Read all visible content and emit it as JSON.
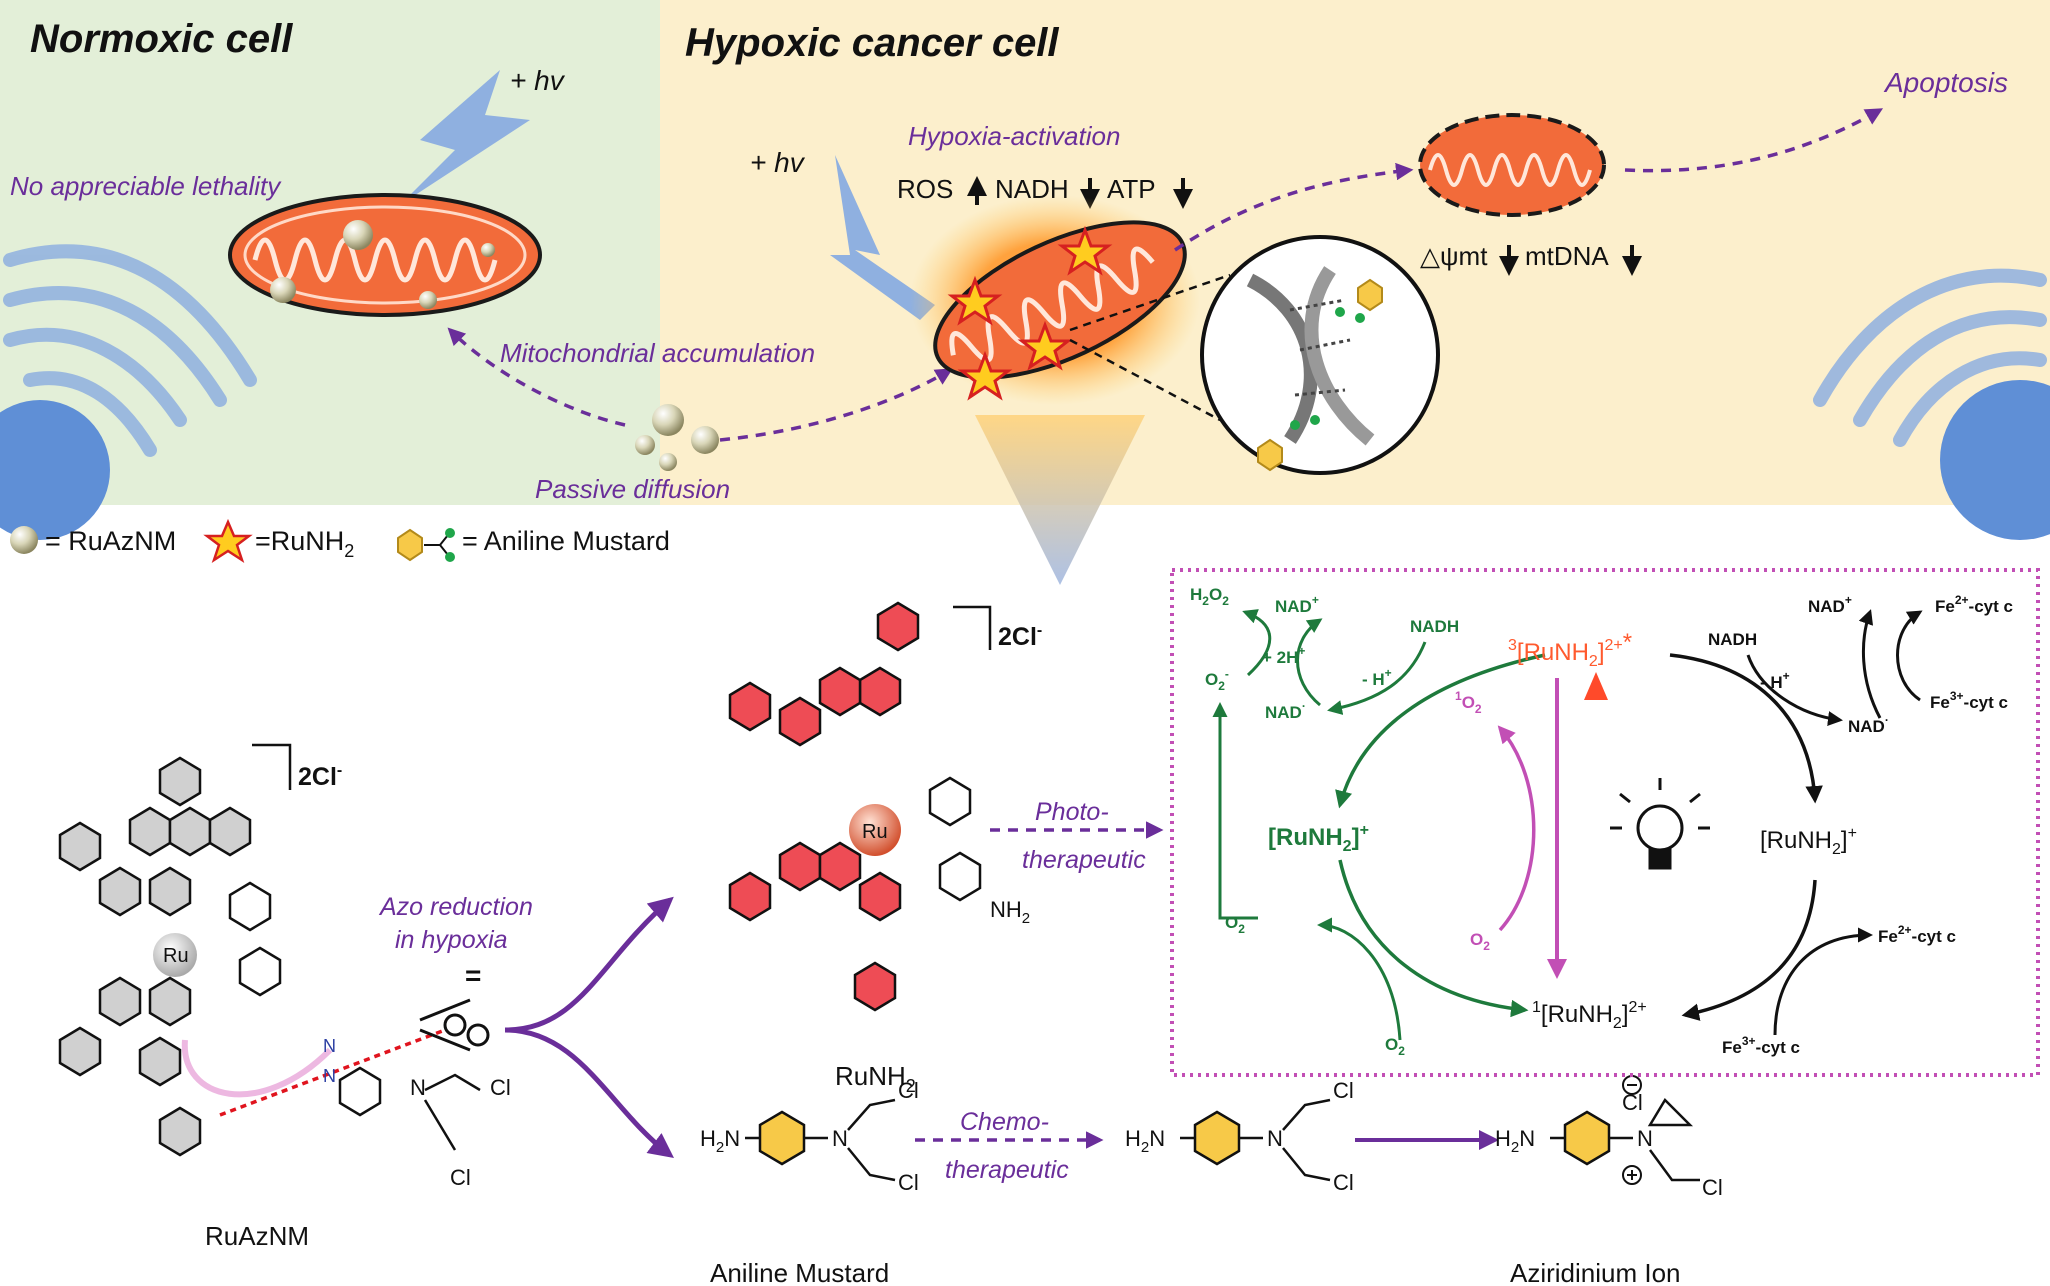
{
  "panel_top": {
    "normoxic_title": "Normoxic cell",
    "hypoxic_title": "Hypoxic cancer cell",
    "hv_left": "+ hv",
    "hv_right": "+ hv",
    "no_lethality": "No appreciable lethality",
    "mito_accum": "Mitochondrial accumulation",
    "passive_diff": "Passive diffusion",
    "hypoxia_activation": "Hypoxia-activation",
    "ros": "ROS",
    "nadh": "NADH",
    "atp": "ATP",
    "apoptosis": "Apoptosis",
    "delta_psi": "△ψmt",
    "mtdna": "mtDNA"
  },
  "legend": {
    "ruazmn": "= RuAzNM",
    "runh2": "=RuNH",
    "runh2_sub": "2",
    "aniline": "= Aniline Mustard"
  },
  "chem": {
    "counter_ion_1": "2Cl",
    "counter_ion_2": "2Cl",
    "ru1": "Ru",
    "ru2": "Ru",
    "n": "N",
    "nh2": "NH",
    "nh2_sub": "2",
    "cl": "Cl",
    "h2n": "H",
    "h2n_sub": "2",
    "ruaznm_name": "RuAzNM",
    "runh2_name": "RuNH",
    "runh2_name_sub": "2",
    "aniline_name": "Aniline Mustard",
    "aziridinium_name": "Aziridinium Ion",
    "azo_reduction_1": "Azo reduction",
    "azo_reduction_2": "in hypoxia",
    "photo_1": "Photo-",
    "photo_2": "therapeutic",
    "chemo_1": "Chemo-",
    "chemo_2": "therapeutic"
  },
  "cycle": {
    "h2o2": "H",
    "nad_plus_l": "NAD",
    "plus_2h": "+ 2H",
    "o2_minus_l": "O",
    "nadh_l": "NADH",
    "minus_h_l": "- H",
    "nad_rad_l": "NAD",
    "excited": "[RuNH",
    "singlet_o2": "O",
    "runh2_plus_l": "[RuNH",
    "o2_minus_b": "O",
    "o2_l": "O",
    "o2_b": "O",
    "ground": "[RuNH",
    "nadh_r": "NADH",
    "minus_h_r": "- H",
    "nad_plus_r": "NAD",
    "fe2_top": "Fe",
    "fe3_top": "Fe",
    "nad_rad_r": "NAD",
    "runh2_plus_r": "[RuNH",
    "fe2_bot": "Fe",
    "fe3_bot": "Fe",
    "cyt": "-cyt c"
  }
}
